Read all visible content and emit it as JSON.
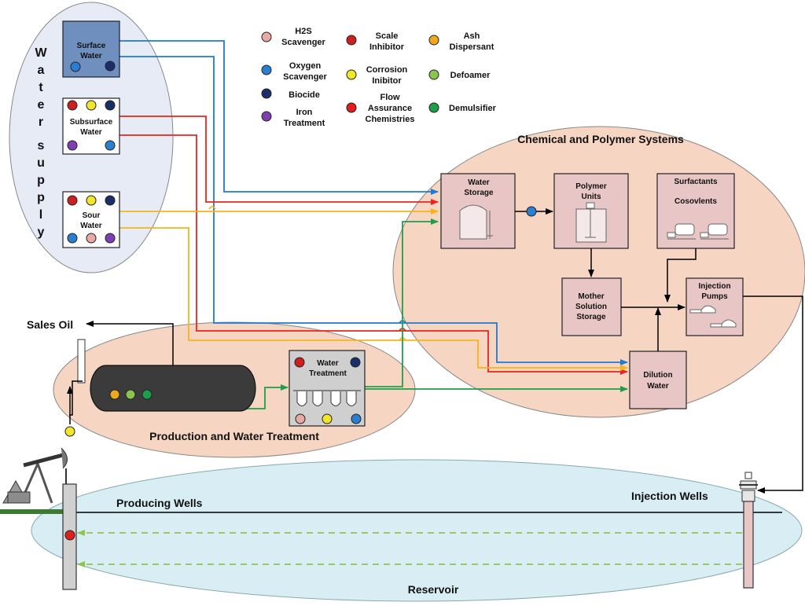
{
  "water_supply": {
    "title_letters": [
      "W",
      "a",
      "t",
      "e",
      "r",
      "s",
      "u",
      "p",
      "p",
      "l",
      "y"
    ],
    "sources": {
      "surface": [
        "Surface",
        "Water"
      ],
      "subsurface": [
        "Subsurface",
        "Water"
      ],
      "sour": [
        "Sour",
        "Water"
      ]
    }
  },
  "legend": {
    "items": [
      {
        "lines": [
          "H2S",
          "Scavenger"
        ],
        "color": "#e8aaa2"
      },
      {
        "lines": [
          "Oxygen",
          "Scavenger"
        ],
        "color": "#2b7fd0"
      },
      {
        "lines": [
          "Biocide"
        ],
        "color": "#1a2e6b"
      },
      {
        "lines": [
          "Iron",
          "Treatment"
        ],
        "color": "#7e3fb5"
      },
      {
        "lines": [
          "Scale",
          "Inhibitor"
        ],
        "color": "#cc1f1f"
      },
      {
        "lines": [
          "Corrosion",
          "Inibitor"
        ],
        "color": "#f2e62a"
      },
      {
        "lines": [
          "Flow",
          "Assurance",
          "Chemistries"
        ],
        "color": "#e11d1d"
      },
      {
        "lines": [
          "Ash",
          "Dispersant"
        ],
        "color": "#f0a81f"
      },
      {
        "lines": [
          "Defoamer"
        ],
        "color": "#8ac64e"
      },
      {
        "lines": [
          "Demulsifier"
        ],
        "color": "#1e9e4a"
      }
    ]
  },
  "chemical_systems": {
    "title": "Chemical and Polymer Systems",
    "water_storage": [
      "Water",
      "Storage"
    ],
    "polymer_units": [
      "Polymer",
      "Units"
    ],
    "surfactants": "Surfactants",
    "cosolvents": "Cosovlents",
    "mother_solution": [
      "Mother",
      "Solution",
      "Storage"
    ],
    "injection_pumps": [
      "Injection",
      "Pumps"
    ],
    "dilution_water": [
      "Dilution",
      "Water"
    ]
  },
  "production": {
    "title": "Production and Water Treatment",
    "sales_oil": "Sales Oil",
    "water_treatment": [
      "Water",
      "Treatment"
    ]
  },
  "reservoir": {
    "title": "Reservoir",
    "producing_wells": "Producing Wells",
    "injection_wells": "Injection Wells"
  },
  "colors": {
    "blue_line": "#1f7ad1",
    "red_line": "#e8261d",
    "orange_line": "#f5b51b",
    "green_line": "#1e9e4a",
    "tank_fill": "#e9c6c6",
    "water_supply_fill": "#e7ebf6",
    "chemical_fill": "#f6d5c2",
    "reservoir_fill": "#d9eef4"
  }
}
